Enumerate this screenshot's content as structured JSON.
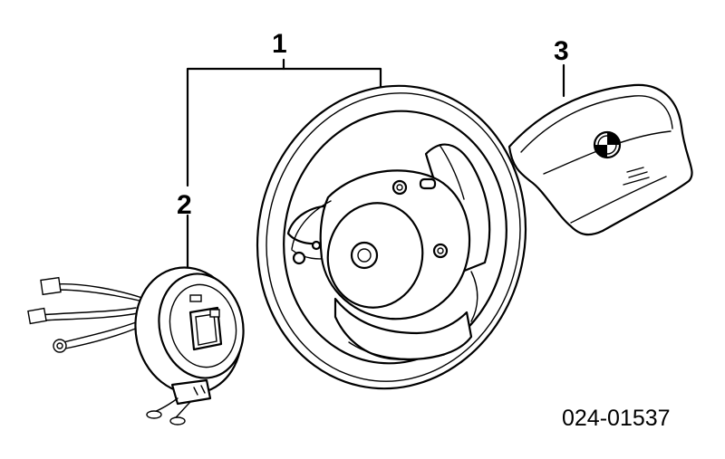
{
  "callouts": {
    "steering_wheel": "1",
    "clock_spring": "2",
    "airbag_module": "3"
  },
  "part_number": "024-01537"
}
